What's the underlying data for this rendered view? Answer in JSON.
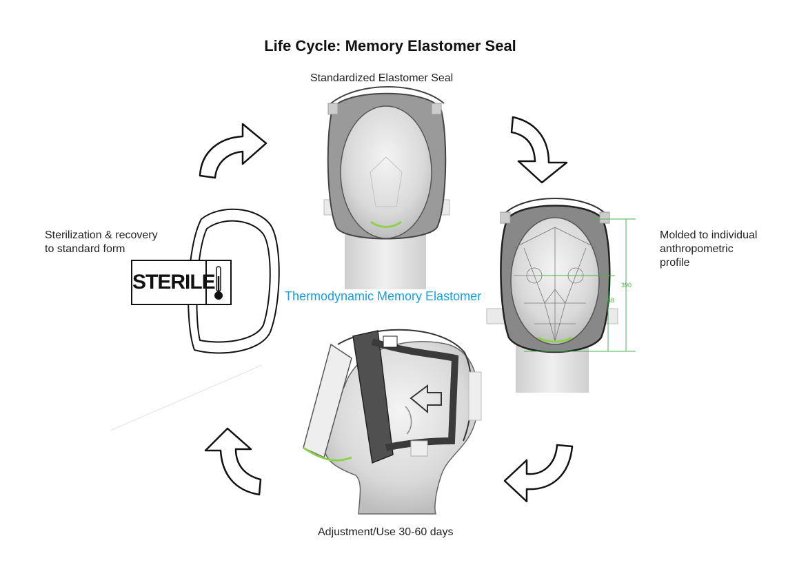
{
  "title": "Life Cycle: Memory Elastomer Seal",
  "stages": {
    "top": "Standardized Elastomer Seal",
    "right_line1": "Molded to individual",
    "right_line2": "anthropometric",
    "right_line3": "profile",
    "bottom": "Adjustment/Use 30-60 days",
    "left_line1": "Sterilization & recovery",
    "left_line2": "to standard form"
  },
  "center_label": "Thermodynamic Memory Elastomer",
  "sterile_label": "STERILE",
  "dimension_labels": {
    "height": "390",
    "mid": "148"
  },
  "colors": {
    "accent": "#1a9fd8",
    "dimension": "#4caf50"
  }
}
